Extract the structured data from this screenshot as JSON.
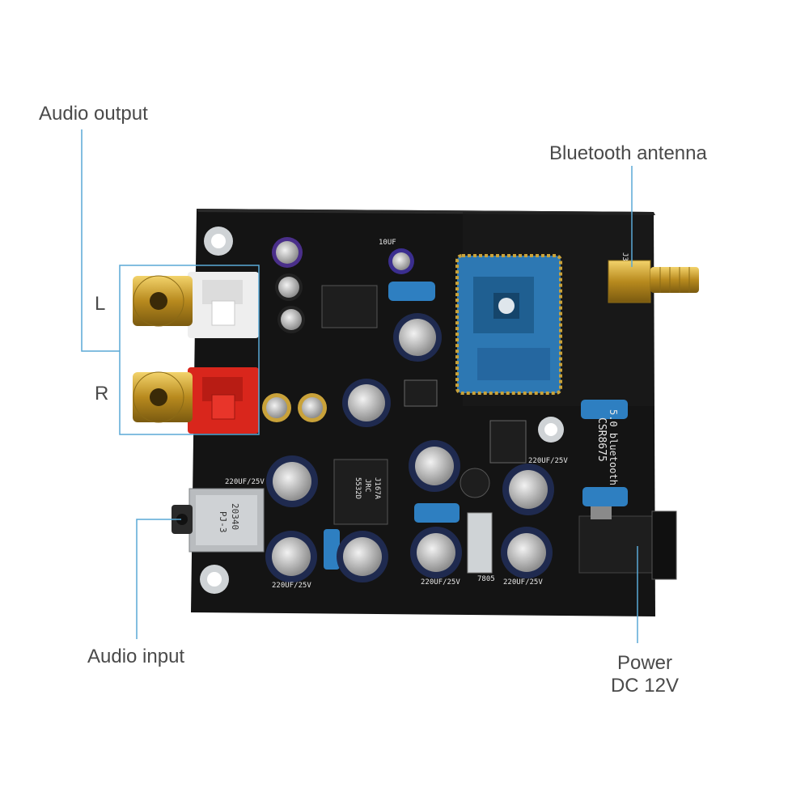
{
  "labels": {
    "audio_output": "Audio output",
    "bluetooth_antenna": "Bluetooth antenna",
    "channel_left": "L",
    "channel_right": "R",
    "audio_input": "Audio input",
    "power_line1": "Power",
    "power_line2": "DC 12V"
  },
  "board": {
    "module_text": "CSR8675",
    "module_subtext": "5.0 bluetooth",
    "ic_text_1": "5532D",
    "ic_text_2": "JRC",
    "ic_text_3": "J167A",
    "jack_text_1": "PJ-3",
    "jack_text_2": "20340",
    "cap_label_1": "220UF/25V",
    "cap_label_2": "220UF/25V",
    "cap_label_3": "220UF/25V",
    "cap_label_4": "220UF/25V",
    "cap_label_5": "220UF/25V",
    "cap_label_top": "10UF",
    "antenna_ref": "J3",
    "reg_text": "7805"
  },
  "colors": {
    "callout_line": "#5aa9d6",
    "board": "#141414",
    "gold": "#c9a23a",
    "module": "#2d78b3"
  }
}
